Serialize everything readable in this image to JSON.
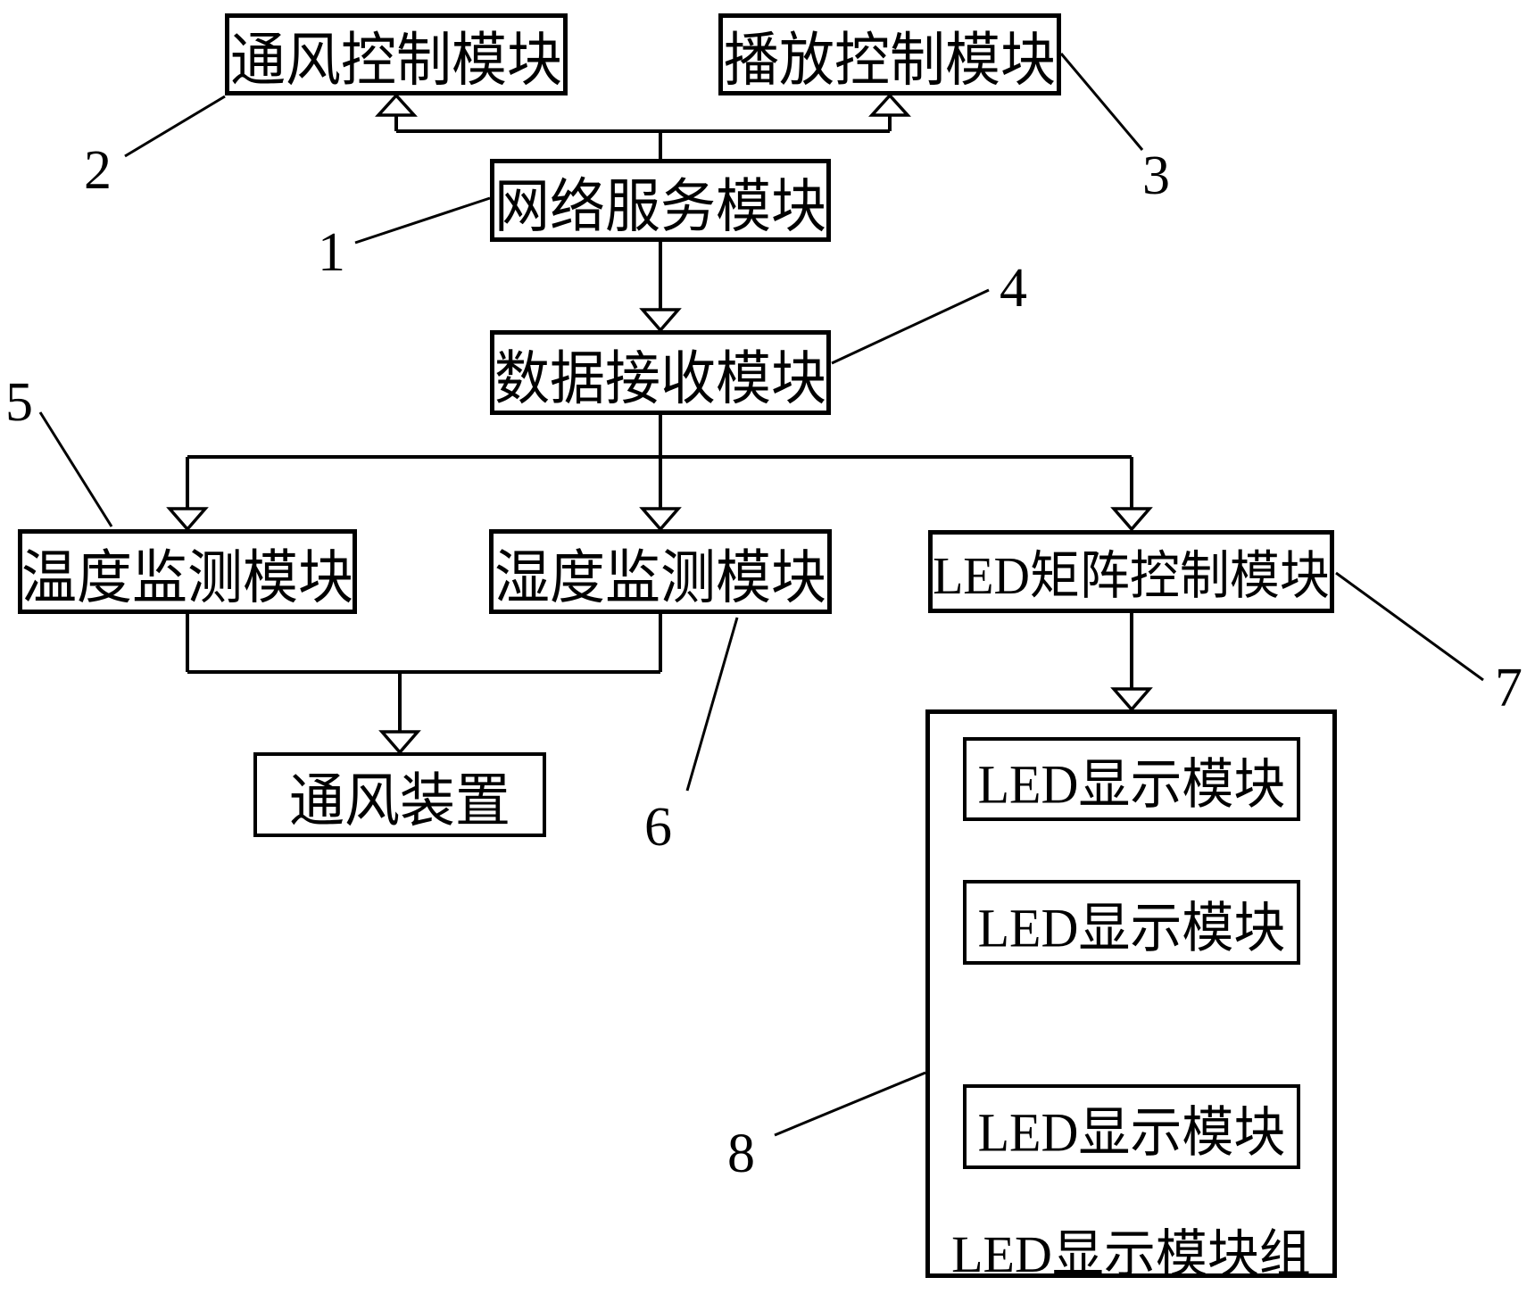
{
  "figure": {
    "type": "block-diagram",
    "background": "#ffffff",
    "line_color": "#000000",
    "nodes": {
      "ventilation_control": {
        "label": "通风控制模块",
        "ref": "2"
      },
      "playback_control": {
        "label": "播放控制模块",
        "ref": "3"
      },
      "network_service": {
        "label": "网络服务模块",
        "ref": "1"
      },
      "data_receive": {
        "label": "数据接收模块",
        "ref": "4"
      },
      "temperature_monitor": {
        "label": "温度监测模块",
        "ref": "5"
      },
      "humidity_monitor": {
        "label": "湿度监测模块",
        "ref": "6"
      },
      "led_matrix_control": {
        "label": "LED矩阵控制模块",
        "ref": "7"
      },
      "ventilation_device": {
        "label": "通风装置"
      },
      "led_group": {
        "label": "LED显示模块组",
        "ref": "8",
        "modules": [
          "LED显示模块",
          "LED显示模块",
          "LED显示模块"
        ]
      }
    },
    "edges": [
      "网络服务模块 → 通风控制模块",
      "网络服务模块 → 播放控制模块",
      "网络服务模块 → 数据接收模块",
      "数据接收模块 → 温度监测模块",
      "数据接收模块 → 湿度监测模块",
      "数据接收模块 → LED矩阵控制模块",
      "温度监测模块 + 湿度监测模块 → 通风装置",
      "LED矩阵控制模块 → LED显示模块组"
    ]
  }
}
